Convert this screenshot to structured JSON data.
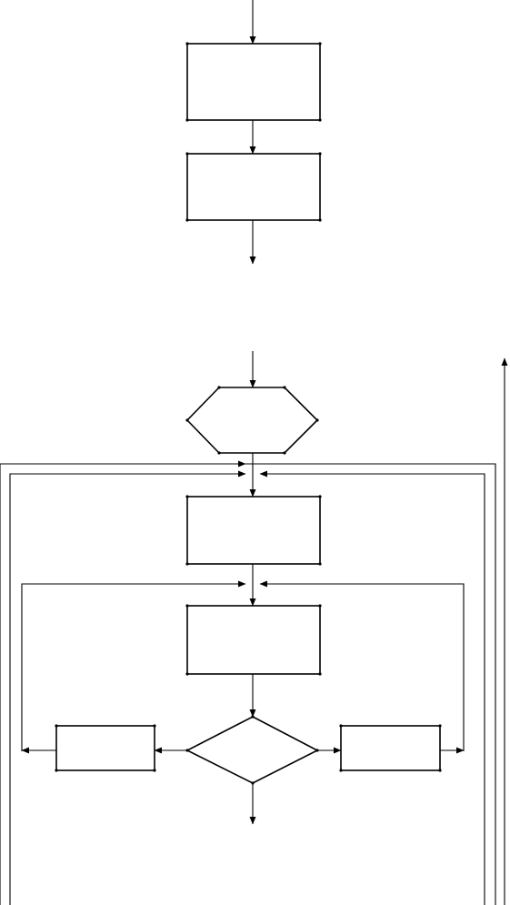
{
  "diagram": {
    "type": "flowchart",
    "colors": {
      "stroke": "#000000",
      "background": "#ffffff"
    },
    "nodes": [
      {
        "id": "top-process-1",
        "shape": "rectangle",
        "label": ""
      },
      {
        "id": "top-process-2",
        "shape": "rectangle",
        "label": ""
      },
      {
        "id": "loop-preparation",
        "shape": "hexagon",
        "label": ""
      },
      {
        "id": "outer-loop-process",
        "shape": "rectangle",
        "label": ""
      },
      {
        "id": "inner-loop-process",
        "shape": "rectangle",
        "label": ""
      },
      {
        "id": "decision",
        "shape": "diamond",
        "label": ""
      },
      {
        "id": "left-branch-process",
        "shape": "rectangle",
        "label": ""
      },
      {
        "id": "right-branch-process",
        "shape": "rectangle",
        "label": ""
      }
    ],
    "edges": [
      {
        "from": "entry-top",
        "to": "top-process-1"
      },
      {
        "from": "top-process-1",
        "to": "top-process-2"
      },
      {
        "from": "top-process-2",
        "to": "exit-top"
      },
      {
        "from": "entry-bottom",
        "to": "loop-preparation"
      },
      {
        "from": "loop-preparation",
        "to": "outer-loop-process"
      },
      {
        "from": "outer-loop-process",
        "to": "inner-loop-process"
      },
      {
        "from": "inner-loop-process",
        "to": "decision"
      },
      {
        "from": "decision",
        "to": "left-branch-process"
      },
      {
        "from": "decision",
        "to": "right-branch-process"
      },
      {
        "from": "left-branch-process",
        "to": "inner-loop-process"
      },
      {
        "from": "right-branch-process",
        "to": "inner-loop-process"
      },
      {
        "from": "decision",
        "to": "exit-bottom"
      },
      {
        "from": "outer-loop-return-left",
        "to": "outer-loop-process"
      },
      {
        "from": "outer-loop-return-right",
        "to": "outer-loop-process"
      },
      {
        "from": "loop-exit",
        "to": "exit-right"
      }
    ]
  }
}
